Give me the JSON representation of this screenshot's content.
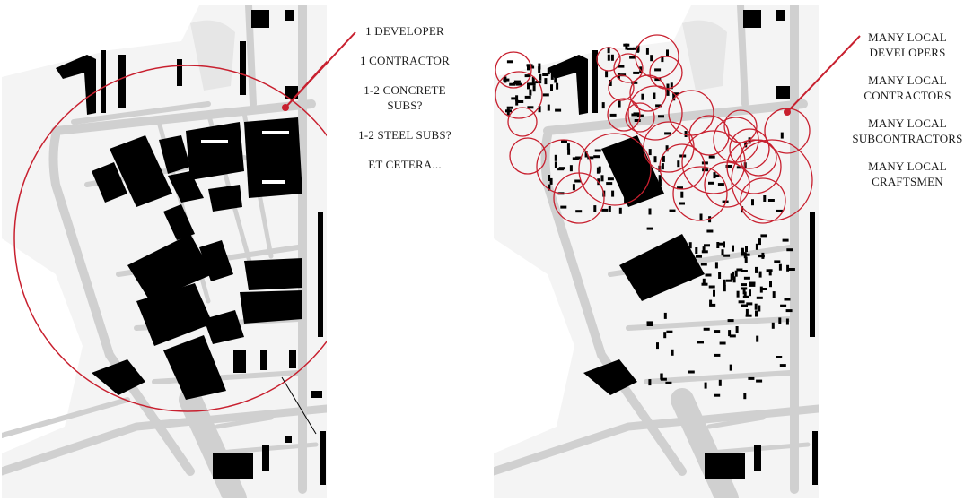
{
  "left_panel": {
    "labels": [
      "1 DEVELOPER",
      "1 CONTRACTOR",
      "1-2 CONCRETE SUBS?",
      "1-2 STEEL SUBS?",
      "ET CETERA..."
    ]
  },
  "right_panel": {
    "labels": [
      "MANY LOCAL DEVELOPERS",
      "MANY LOCAL CONTRACTORS",
      "MANY LOCAL SUBCONTRACTORS",
      "MANY LOCAL CRAFTSMEN"
    ]
  },
  "colors": {
    "accent": "#c8202f",
    "building": "#000000",
    "road": "#d0d0d0",
    "ground": "#f4f4f4",
    "water": "#ffffff"
  }
}
